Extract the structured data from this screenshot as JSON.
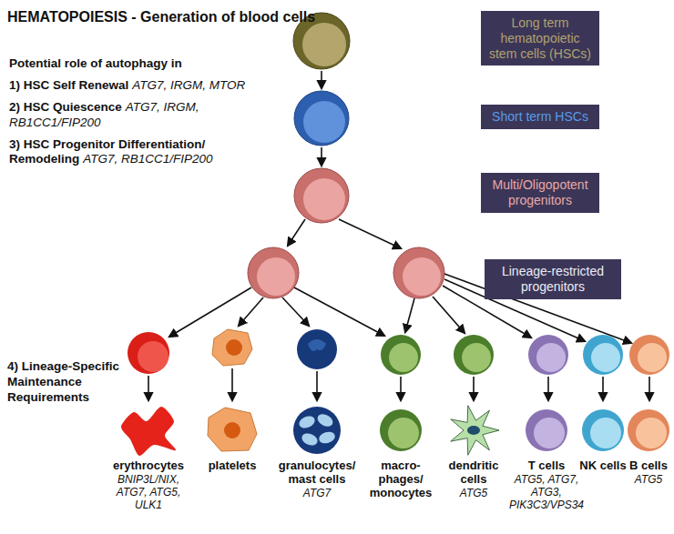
{
  "diagram": {
    "title": "HEMATOPOIESIS - Generation of blood cells",
    "nodes": [
      {
        "text": [
          "Long term hematopoietic stem cells (HSCs)"
        ]
      },
      {
        "text": [
          "Short term HSCs"
        ]
      },
      {
        "text": [
          "Multi/Oligopotent progenitors"
        ]
      },
      {
        "text": [
          "Lineage-restricted progenitors"
        ]
      },
      {
        "text": [
          "erythrocytes",
          "BNIP3L/NIX, ATG7, ATG5, ULK1"
        ]
      },
      {
        "text": [
          "platelets"
        ]
      },
      {
        "text": [
          "granulocytes/ mast cells",
          "ATG7"
        ]
      },
      {
        "text": [
          "macro- phages/ monocytes"
        ]
      },
      {
        "text": [
          "dendritic cells",
          "ATG5"
        ]
      },
      {
        "text": [
          "T cells",
          "ATG5, ATG7, ATG3, PIK3C3/VPS34"
        ]
      },
      {
        "text": [
          "NK cells"
        ]
      },
      {
        "text": [
          "B cells",
          "ATG5"
        ]
      }
    ],
    "labels": [
      "Potential role of autophagy in",
      "1) HSC Self Renewal",
      "ATG7, IRGM, MTOR",
      "2) HSC Quiescence",
      "ATG7, IRGM, RB1CC1/FIP200",
      "3) HSC Progenitor Differentiation/ Remodeling",
      "ATG7, RB1CC1/FIP200",
      "4) Lineage-Specific Maintenance Requirements"
    ]
  }
}
